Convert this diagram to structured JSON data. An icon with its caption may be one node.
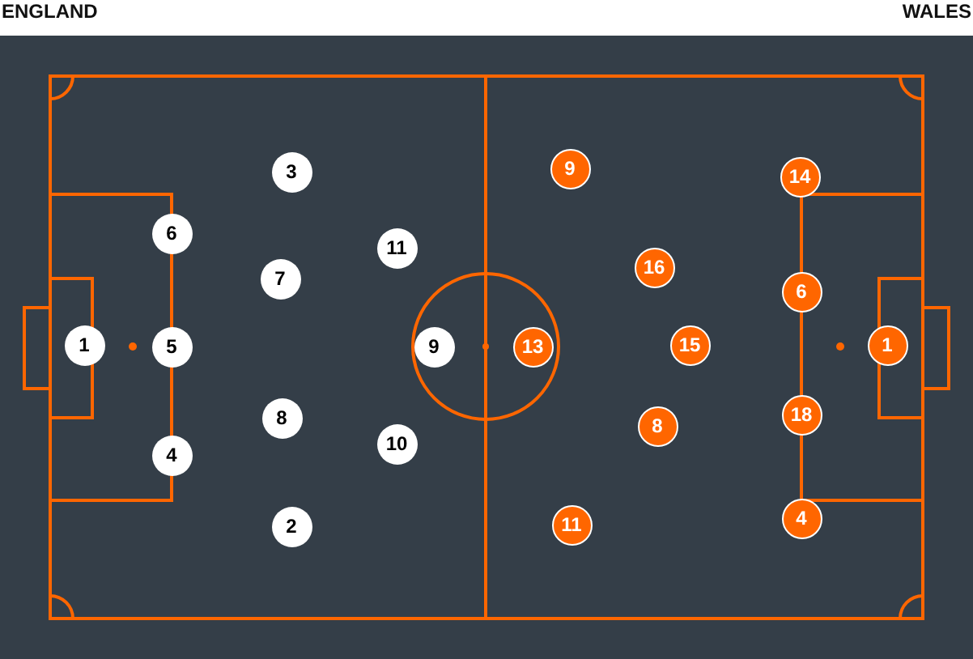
{
  "diagram": {
    "nodes": [
      {
        "text": [
          "1"
        ]
      },
      {
        "text": [
          "6"
        ]
      },
      {
        "text": [
          "5"
        ]
      },
      {
        "text": [
          "4"
        ]
      },
      {
        "text": [
          "3"
        ]
      },
      {
        "text": [
          "7"
        ]
      },
      {
        "text": [
          "8"
        ]
      },
      {
        "text": [
          "2"
        ]
      },
      {
        "text": [
          "11"
        ]
      },
      {
        "text": [
          "10"
        ]
      },
      {
        "text": [
          "9"
        ]
      },
      {
        "text": [
          "13"
        ]
      },
      {
        "text": [
          "9"
        ]
      },
      {
        "text": [
          "11"
        ]
      },
      {
        "text": [
          "16"
        ]
      },
      {
        "text": [
          "8"
        ]
      },
      {
        "text": [
          "15"
        ]
      },
      {
        "text": [
          "14"
        ]
      },
      {
        "text": [
          "6"
        ]
      },
      {
        "text": [
          "18"
        ]
      },
      {
        "text": [
          "4"
        ]
      },
      {
        "text": [
          "1"
        ]
      }
    ],
    "labels": [
      "ENGLAND",
      "WALES"
    ]
  }
}
